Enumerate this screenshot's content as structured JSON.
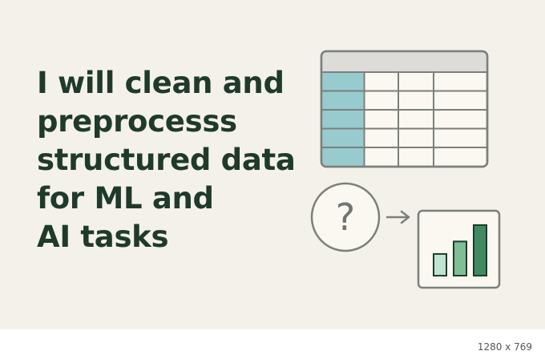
{
  "headline": {
    "line1": "I will clean and",
    "line2": "preprocesss",
    "line3": "structured data",
    "line4": "for ML and",
    "line5": "AI tasks"
  },
  "illustration": {
    "question_mark": "?",
    "icons": [
      "table-icon",
      "question-circle-icon",
      "arrow-right-icon",
      "bar-chart-icon"
    ],
    "bar_levels": [
      0.33,
      0.52,
      0.77
    ],
    "colors": {
      "outline": "#7b807c",
      "header": "#dddcd8",
      "first_column": "#98cbcd",
      "cells": "#fbf7f1",
      "bar_light": "#bfe4cf",
      "bar_medium": "#7fbf94",
      "bar_dark": "#3f8a5f",
      "text": "#1f3a2b"
    }
  },
  "image_info": {
    "dimensions": "1280 x 769"
  }
}
